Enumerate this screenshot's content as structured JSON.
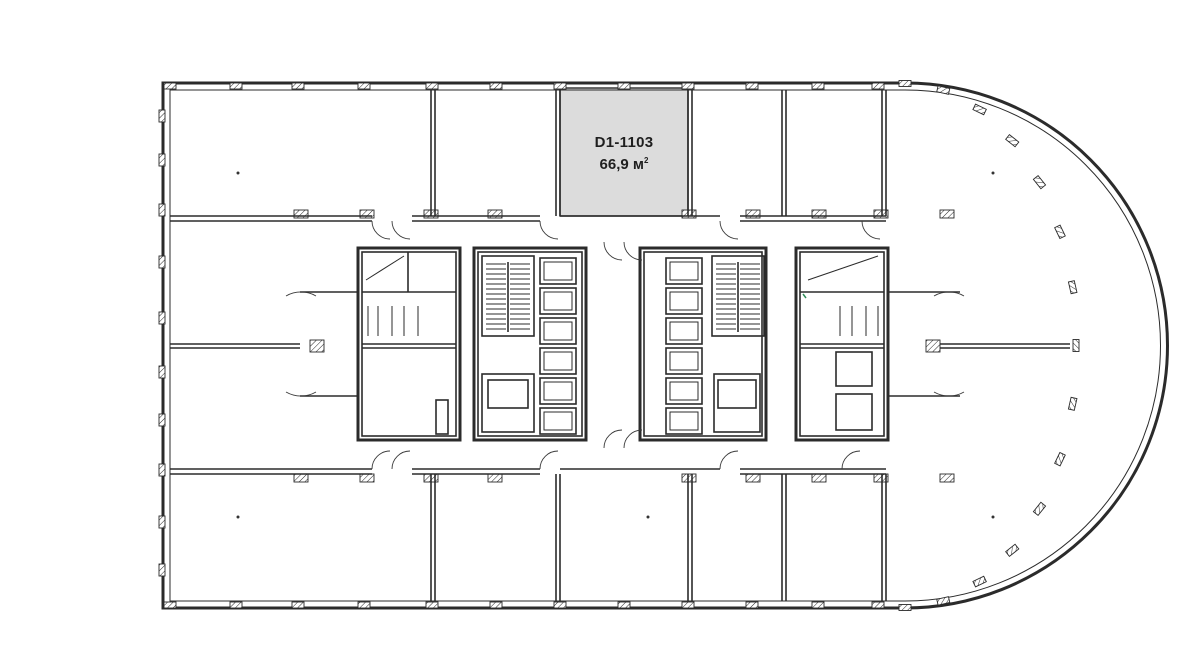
{
  "floor_plan": {
    "highlighted_unit": {
      "id": "D1-1103",
      "area_value": "66,9",
      "area_unit": "м",
      "area_exponent": "2",
      "fill_color": "#dcdcdc"
    },
    "colors": {
      "wall": "#2b2b2b",
      "background": "#ffffff",
      "accent": "#2e8b57"
    }
  }
}
